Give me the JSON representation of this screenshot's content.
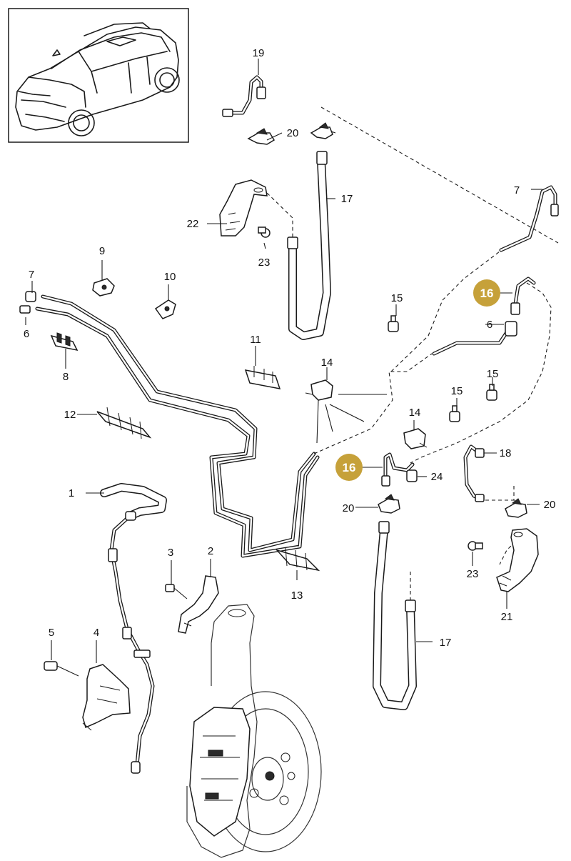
{
  "highlight_color": "#C6A13A",
  "highlighted_part": "16",
  "callouts": {
    "c1": "1",
    "c2": "2",
    "c3": "3",
    "c4": "4",
    "c5": "5",
    "c6a": "6",
    "c6b": "6",
    "c7a": "7",
    "c7b": "7",
    "c8": "8",
    "c9": "9",
    "c10": "10",
    "c11": "11",
    "c12": "12",
    "c13": "13",
    "c14a": "14",
    "c14b": "14",
    "c15a": "15",
    "c15b": "15",
    "c15c": "15",
    "c16a": "16",
    "c16b": "16",
    "c17a": "17",
    "c17b": "17",
    "c18": "18",
    "c19": "19",
    "c20a": "20",
    "c20b": "20",
    "c20c": "20",
    "c21": "21",
    "c22": "22",
    "c23a": "23",
    "c23b": "23",
    "c24": "24"
  }
}
